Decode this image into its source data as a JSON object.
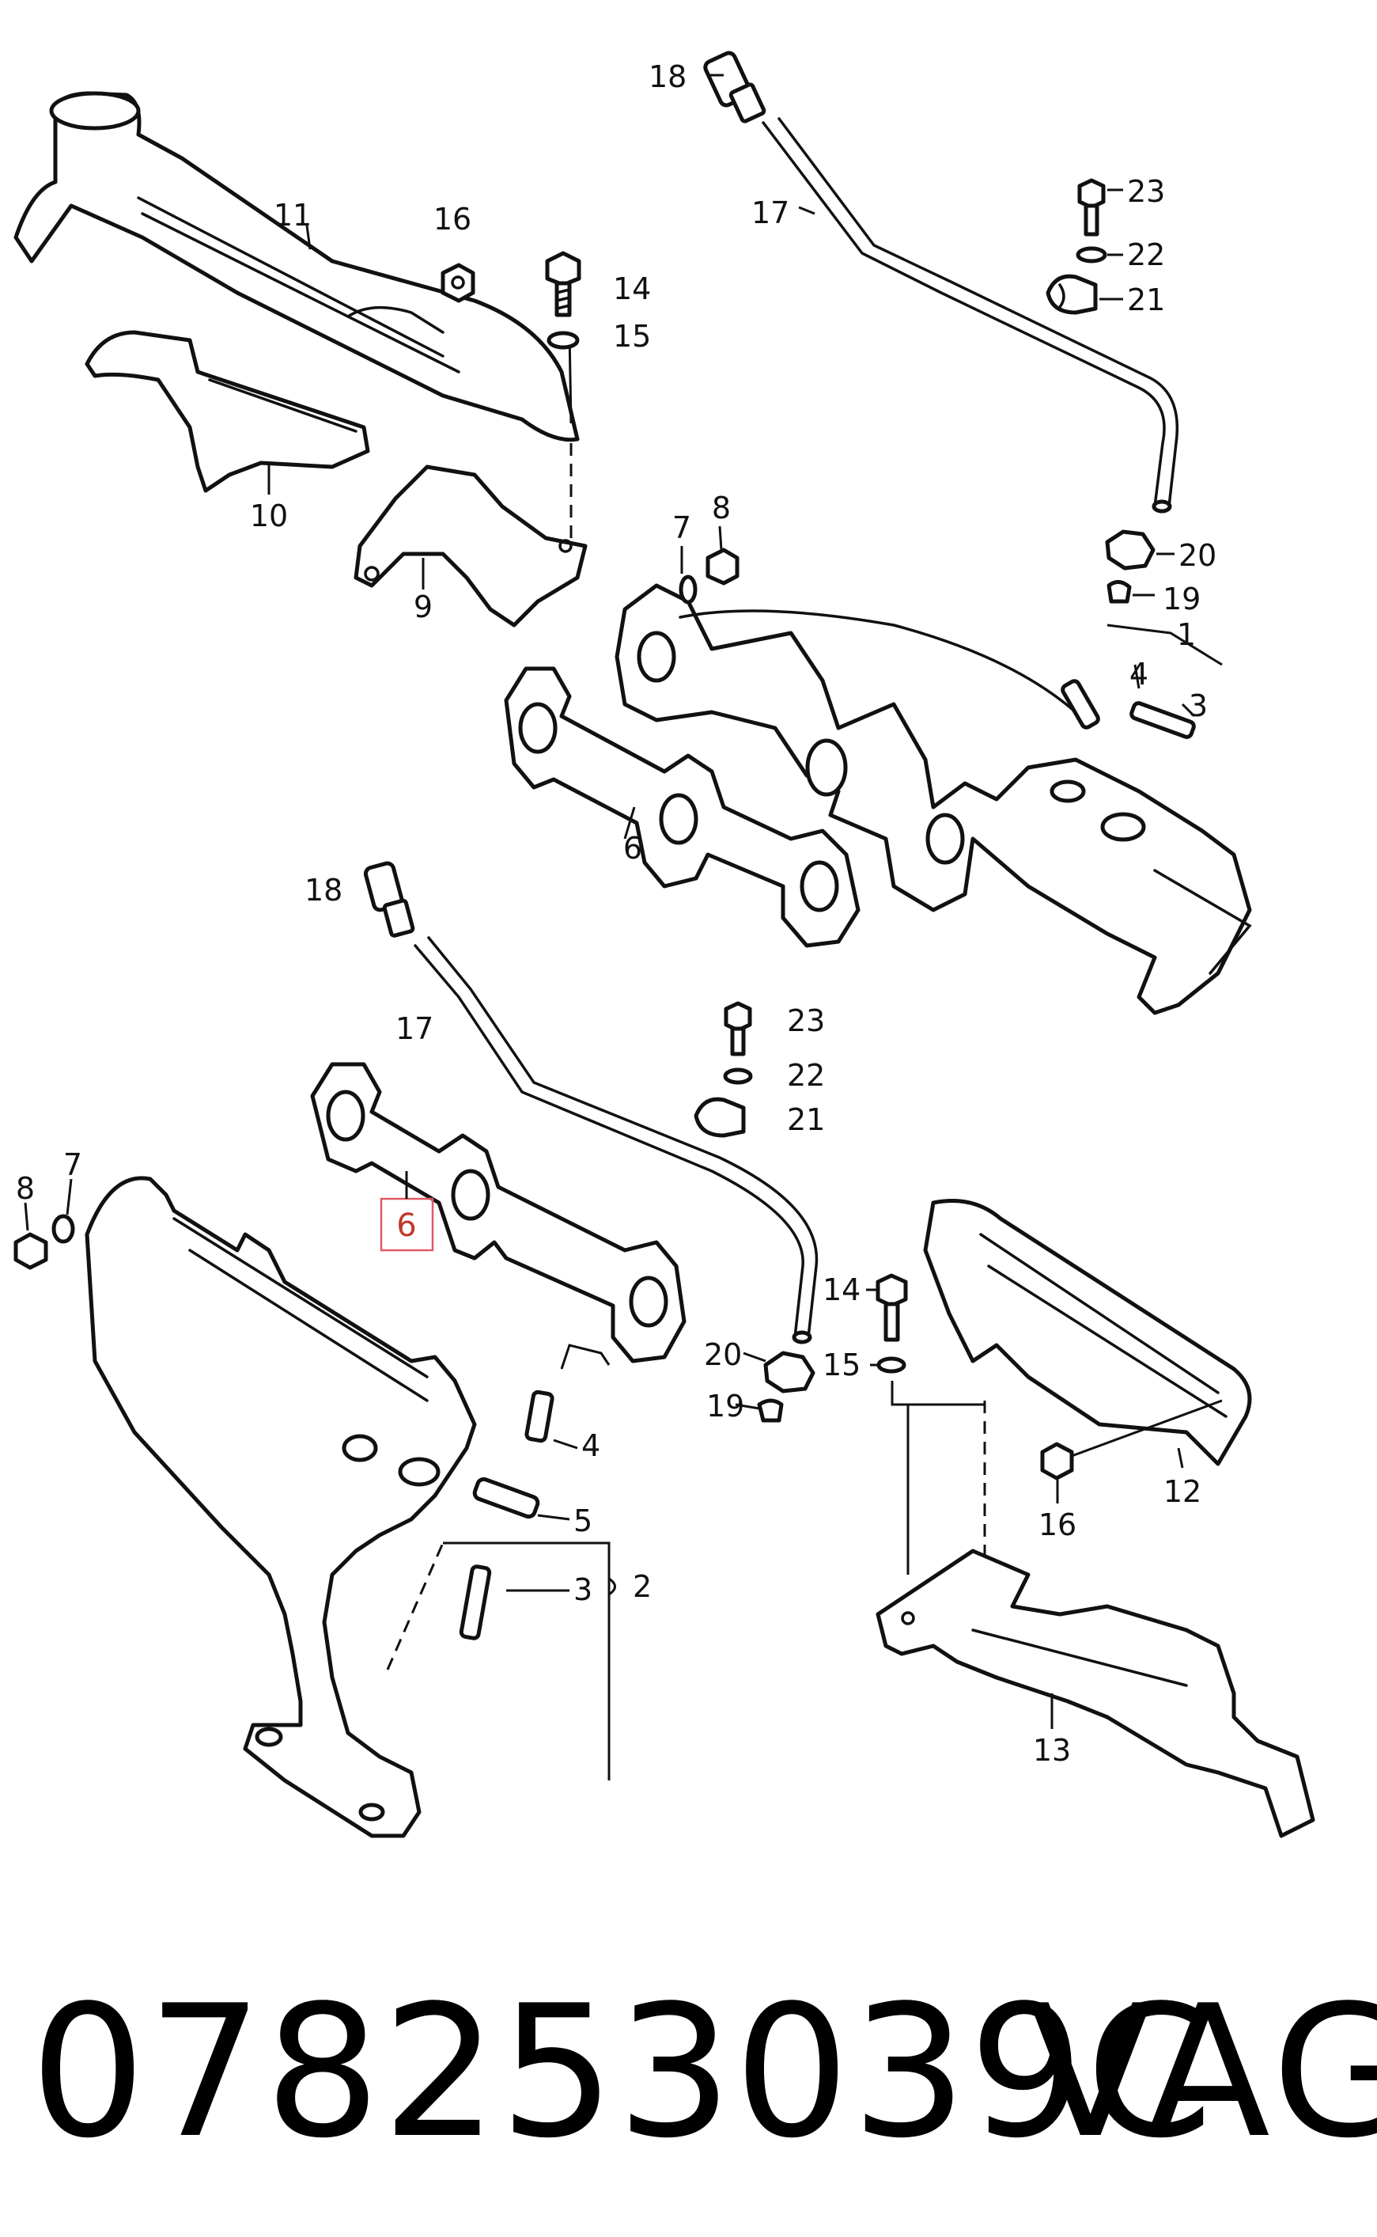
{
  "callouts": {
    "c11": "11",
    "c16a": "16",
    "c14a": "14",
    "c15a": "15",
    "c10": "10",
    "c9": "9",
    "c18a": "18",
    "c17a": "17",
    "c23a": "23",
    "c22a": "22",
    "c21a": "21",
    "c20a": "20",
    "c19a": "19",
    "c1": "1",
    "c4a": "4",
    "c3a": "3",
    "c7a": "7",
    "c8a": "8",
    "c6a": "6",
    "c18b": "18",
    "c17b": "17",
    "c23b": "23",
    "c22b": "22",
    "c21b": "21",
    "c8b": "8",
    "c7b": "7",
    "c6b": "6",
    "c14b": "14",
    "c20b": "20",
    "c15b": "15",
    "c19b": "19",
    "c4b": "4",
    "c5": "5",
    "c3b": "3",
    "c2": "2",
    "c12": "12",
    "c16b": "16",
    "c13": "13"
  },
  "footer": {
    "part_number": "078253039C",
    "brand": "VAG"
  }
}
